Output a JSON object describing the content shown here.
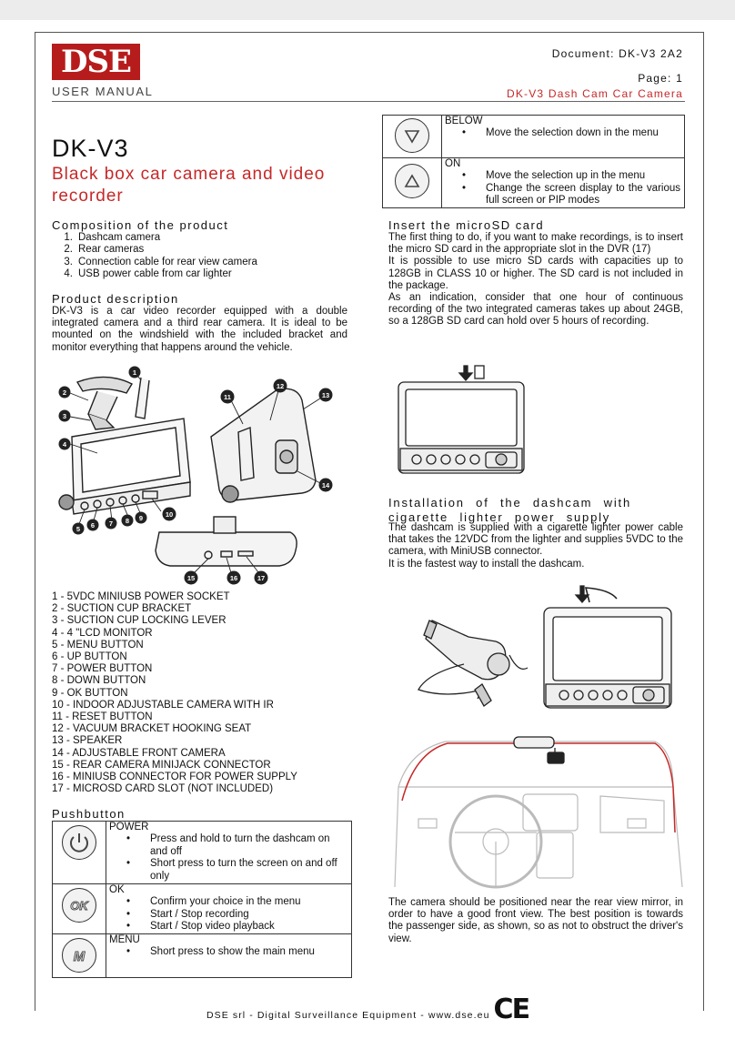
{
  "header": {
    "logo_text": "DSE",
    "user_manual": "USER MANUAL",
    "document": "Document: DK-V3 2A2",
    "page": "Page: 1",
    "product_line": "DK-V3 Dash Cam Car Camera"
  },
  "title": "DK-V3",
  "subtitle": "Black box car camera and video recorder",
  "composition": {
    "heading": "Composition of the product",
    "items": [
      {
        "n": "1.",
        "text": "Dashcam camera"
      },
      {
        "n": "2.",
        "text": "Rear cameras"
      },
      {
        "n": "3.",
        "text": "Connection cable for rear view camera"
      },
      {
        "n": "4.",
        "text": "USB power cable from car lighter"
      }
    ]
  },
  "description": {
    "heading": "Product description",
    "text": "DK-V3 is a car video recorder equipped with a double integrated camera and a third rear camera. It is ideal to be mounted on the windshield with the included bracket and monitor everything that happens around the vehicle."
  },
  "parts": [
    "1 - 5VDC MINIUSB POWER SOCKET",
    "2 - SUCTION CUP BRACKET",
    "3 - SUCTION CUP LOCKING LEVER",
    "4 - 4 \"LCD MONITOR",
    "5 - MENU BUTTON",
    "6 - UP BUTTON",
    "7 - POWER BUTTON",
    "8 - DOWN BUTTON",
    "9 - OK BUTTON",
    "10 - INDOOR ADJUSTABLE CAMERA WITH IR",
    "11 - RESET BUTTON",
    "12 - VACUUM BRACKET HOOKING SEAT",
    "13 - SPEAKER",
    "14 - ADJUSTABLE FRONT CAMERA",
    "15 - REAR CAMERA MINIJACK CONNECTOR",
    "16 - MINIUSB CONNECTOR FOR POWER SUPPLY",
    "17 - MICROSD CARD SLOT (NOT INCLUDED)"
  ],
  "callouts": [
    "1",
    "2",
    "3",
    "4",
    "5",
    "6",
    "7",
    "8",
    "9",
    "10",
    "11",
    "12",
    "13",
    "14",
    "15",
    "16",
    "17"
  ],
  "pushbutton": {
    "heading": "Pushbutton",
    "rows": [
      {
        "icon": "power-icon",
        "label": "POWER",
        "items": [
          "Press and hold to turn the dashcam on and off",
          "Short press to turn the screen on and off only"
        ]
      },
      {
        "icon": "ok-icon",
        "label": "OK",
        "items": [
          "Confirm your choice in the menu",
          "Start / Stop recording",
          "Start / Stop video playback"
        ]
      },
      {
        "icon": "menu-icon",
        "label": "MENU",
        "items": [
          "Short press to show the main menu"
        ]
      }
    ]
  },
  "nav_buttons": {
    "rows": [
      {
        "icon": "down-arrow-icon",
        "label": "BELOW",
        "items": [
          "Move the selection down in the menu"
        ]
      },
      {
        "icon": "up-arrow-icon",
        "label": "ON",
        "items": [
          "Move the selection up in the menu",
          "Change the screen display to the various full screen or PIP modes"
        ]
      }
    ]
  },
  "microsd": {
    "heading": "Insert the microSD card",
    "paragraphs": [
      "The first thing to do, if you want to make recordings, is to insert the micro SD card in the appropriate slot in the DVR (17)",
      "It is possible to use micro SD cards with capacities up to 128GB in CLASS 10 or higher. The SD card is not included in the package.",
      "As an indication, consider that one hour of continuous recording of the two integrated cameras takes up about 24GB, so a 128GB SD card can hold over 5 hours of recording."
    ]
  },
  "installation": {
    "heading": "Installation of the dashcam with cigarette lighter power supply",
    "paragraphs": [
      "The dashcam is supplied with a cigarette lighter power cable that takes the 12VDC from the lighter and supplies 5VDC to the camera, with MiniUSB connector.",
      "It is the fastest way to install the dashcam."
    ]
  },
  "position_text": "The camera should be positioned near the rear view mirror, in order to have a good front view. The best position is towards the passenger side, as shown, so as not to obstruct the driver's view.",
  "footer": {
    "text": "DSE srl - Digital Surveillance Equipment - www.dse.eu",
    "ce_mark": "CE"
  },
  "colors": {
    "accent_red": "#c62828",
    "logo_red": "#b71c1c"
  }
}
